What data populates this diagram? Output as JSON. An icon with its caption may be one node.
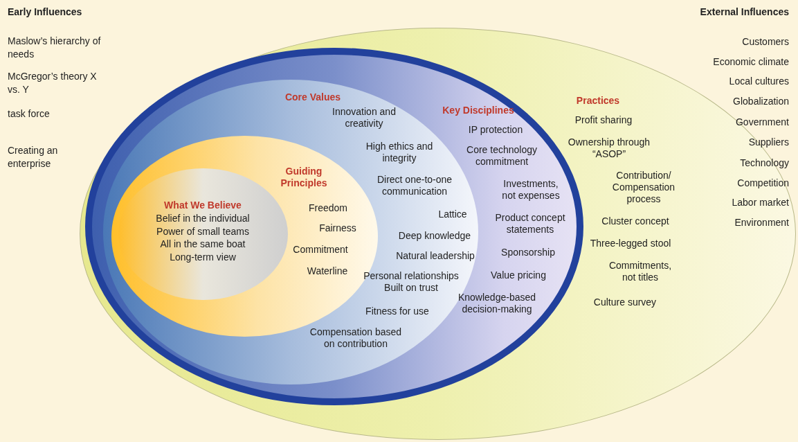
{
  "diagram": {
    "nodes": [
      {
        "text": [
          "Practices",
          "Profit sharing",
          "Ownership through “ASOP”",
          "Contribution/ Compensation process",
          "Cluster concept",
          "Three-legged stool",
          "Commitments, not titles",
          "Culture survey"
        ]
      },
      {
        "text": [
          "Key Disciplines",
          "IP protection",
          "Core technology commitment",
          "Investments, not expenses",
          "Product concept statements",
          "Sponsorship",
          "Value pricing",
          "Knowledge-based decision-making"
        ],
        "in": 0
      },
      {
        "text": [
          "Core Values",
          "Innovation and creativity",
          "High ethics and integrity",
          "Direct one-to-one communication",
          "Lattice",
          "Deep knowledge",
          "Natural leadership",
          "Personal relationships Built on trust",
          "Fitness for use",
          "Compensation based on contribution"
        ],
        "in": 1
      },
      {
        "text": [
          "Guiding Principles",
          "Freedom",
          "Fairness",
          "Commitment",
          "Waterline"
        ],
        "in": 2
      },
      {
        "text": [
          "What We Believe",
          "Belief in the individual",
          "Power of small teams",
          "All in the same boat",
          "Long-term view"
        ],
        "in": 3
      }
    ],
    "labels": [
      "Early Influences",
      "Maslow’s hierarchy of needs",
      "McGregor’s theory X vs. Y",
      "task force",
      "Creating an enterprise",
      "External Influences",
      "Customers",
      "Economic climate",
      "Local cultures",
      "Globalization",
      "Government",
      "Suppliers",
      "Technology",
      "Competition",
      "Labor market",
      "Environment"
    ]
  }
}
